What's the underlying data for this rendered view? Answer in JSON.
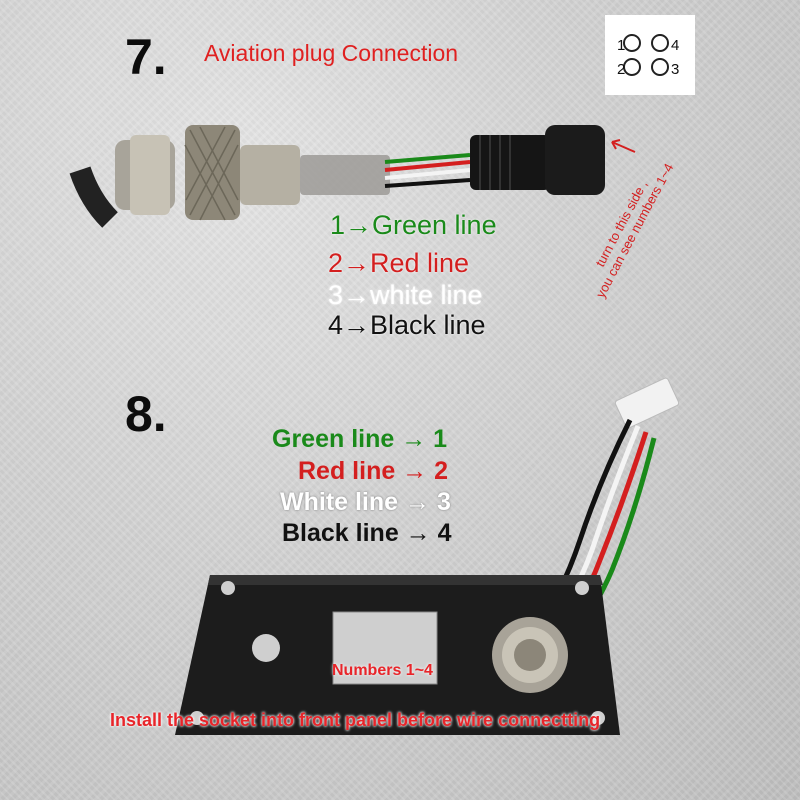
{
  "step7": {
    "number": "7.",
    "caption": "Aviation plug Connection",
    "wires": [
      {
        "text": "1→Green line",
        "color": "green"
      },
      {
        "text": "2→Red line",
        "color": "red"
      },
      {
        "text": "3→white line",
        "color": "white"
      },
      {
        "text": "4→Black line",
        "color": "black"
      }
    ],
    "pin_labels": [
      "1",
      "2",
      "3",
      "4"
    ],
    "rotation_note_line1": "turn to this side ,",
    "rotation_note_line2": "you can see numbers 1~4"
  },
  "step8": {
    "number": "8.",
    "wires": [
      {
        "text": "Green line → 1",
        "color": "green"
      },
      {
        "text": "Red line → 2",
        "color": "red"
      },
      {
        "text": "White line → 3",
        "color": "white"
      },
      {
        "text": "Black line → 4",
        "color": "black"
      }
    ],
    "numbers_note": "Numbers 1~4",
    "install_note": "Install the socket into front panel before wire connectting"
  },
  "colors": {
    "green": "#1a8a1a",
    "red": "#d41f1f",
    "white": "#ffffff",
    "black": "#111111",
    "panel": "#1c1c1c",
    "metal": "#b9b3a6"
  },
  "icons": [
    "arrow-icon",
    "aviation-plug-icon",
    "panel-socket-icon",
    "connector-icon"
  ]
}
